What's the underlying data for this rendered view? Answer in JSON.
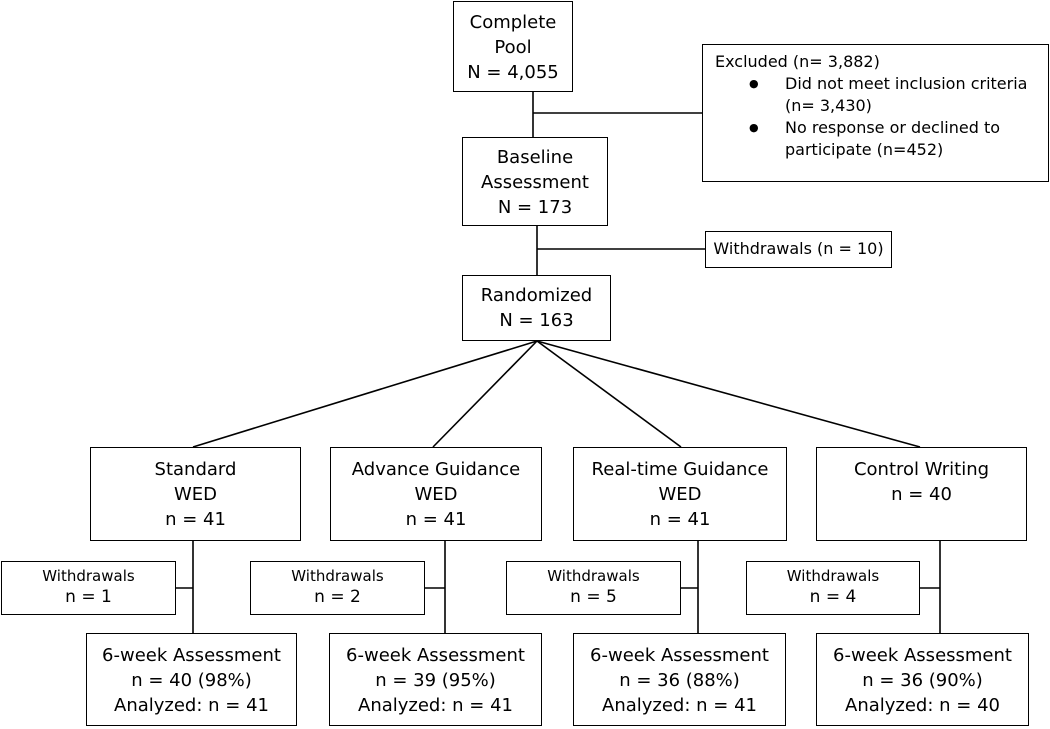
{
  "flow": {
    "pool": {
      "line1": "Complete",
      "line2": "Pool",
      "line3": "N = 4,055"
    },
    "excluded": {
      "title": "Excluded (n= 3,882)",
      "items": [
        {
          "text": "Did not meet inclusion criteria (n= 3,430)"
        },
        {
          "text": "No response or declined to participate (n=452)"
        }
      ]
    },
    "baseline": {
      "line1": "Baseline",
      "line2": "Assessment",
      "line3": "N = 173"
    },
    "withdrawals_main": "Withdrawals (n = 10)",
    "randomized": {
      "line1": "Randomized",
      "line2": "N = 163"
    },
    "arms": [
      {
        "name": "Standard",
        "type": "WED",
        "n": "n = 41",
        "withdrawals_label": "Withdrawals",
        "withdrawals_n": "n = 1",
        "followup_title": "6-week Assessment",
        "followup_n": "n = 40 (98%)",
        "analyzed": "Analyzed: n = 41"
      },
      {
        "name": "Advance Guidance",
        "type": "WED",
        "n": "n = 41",
        "withdrawals_label": "Withdrawals",
        "withdrawals_n": "n = 2",
        "followup_title": "6-week Assessment",
        "followup_n": "n = 39 (95%)",
        "analyzed": "Analyzed: n = 41"
      },
      {
        "name": "Real-time Guidance",
        "type": "WED",
        "n": "n = 41",
        "withdrawals_label": "Withdrawals",
        "withdrawals_n": "n = 5",
        "followup_title": "6-week Assessment",
        "followup_n": "n = 36 (88%)",
        "analyzed": "Analyzed: n = 41"
      },
      {
        "name": "Control Writing",
        "type": "",
        "n": "n = 40",
        "withdrawals_label": "Withdrawals",
        "withdrawals_n": "n = 4",
        "followup_title": "6-week Assessment",
        "followup_n": "n = 36 (90%)",
        "analyzed": "Analyzed: n = 40"
      }
    ]
  }
}
